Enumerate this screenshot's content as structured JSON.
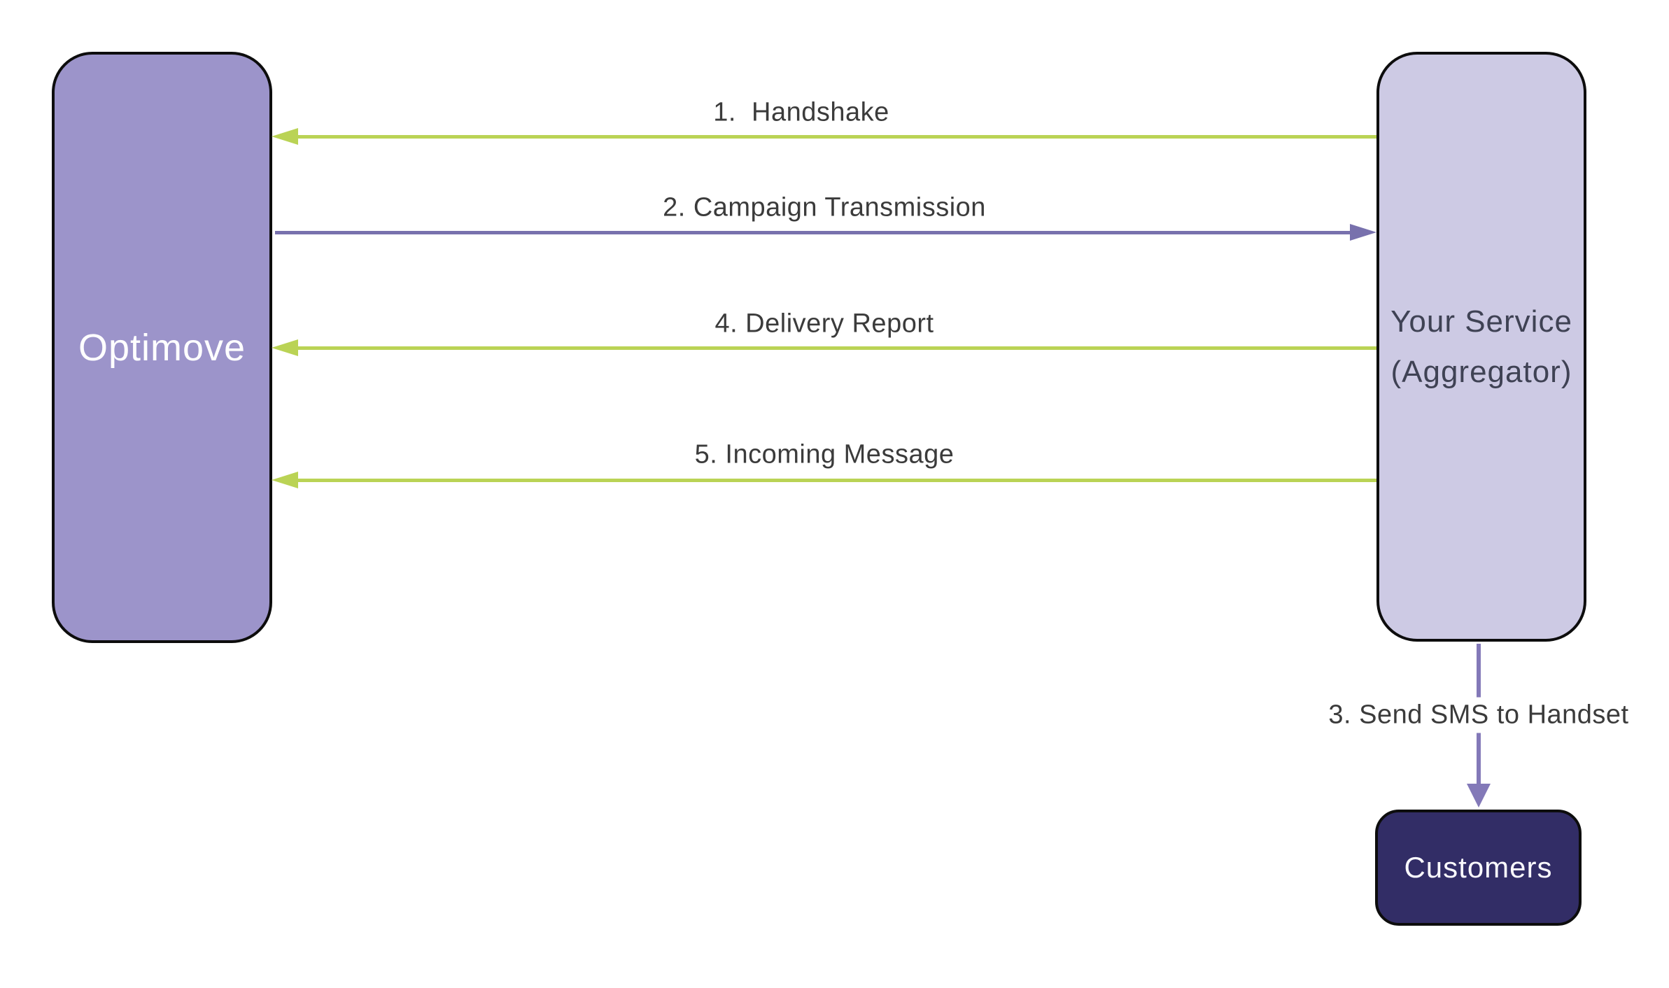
{
  "nodes": {
    "optimove": {
      "label": "Optimove",
      "fill": "#9C94CA",
      "text_color": "#FFFFFF",
      "border_color": "#0D0D0D"
    },
    "service": {
      "label_line1": "Your Service",
      "label_line2": "(Aggregator)",
      "fill": "#CDCAE4",
      "text_color": "#3F4254",
      "border_color": "#0D0D0D"
    },
    "customers": {
      "label": "Customers",
      "fill": "#322D66",
      "text_color": "#FAF9FD",
      "border_color": "#0D0D0D"
    }
  },
  "arrows": {
    "handshake": {
      "label": "1.  Handshake",
      "color": "#BAD355",
      "from": "service",
      "to": "optimove",
      "direction": "left"
    },
    "campaign_transmission": {
      "label": "2. Campaign Transmission",
      "color": "#7871AD",
      "from": "optimove",
      "to": "service",
      "direction": "right"
    },
    "send_sms_to_handset": {
      "label": "3. Send SMS to Handset",
      "color": "#8379B8",
      "from": "service",
      "to": "customers",
      "direction": "down"
    },
    "delivery_report": {
      "label": "4. Delivery Report",
      "color": "#BAD355",
      "from": "service",
      "to": "optimove",
      "direction": "left"
    },
    "incoming_message": {
      "label": "5. Incoming Message",
      "color": "#BAD355",
      "from": "service",
      "to": "optimove",
      "direction": "left"
    }
  },
  "label_text_color": "#3B3B3B",
  "background_color": "#FFFFFF"
}
